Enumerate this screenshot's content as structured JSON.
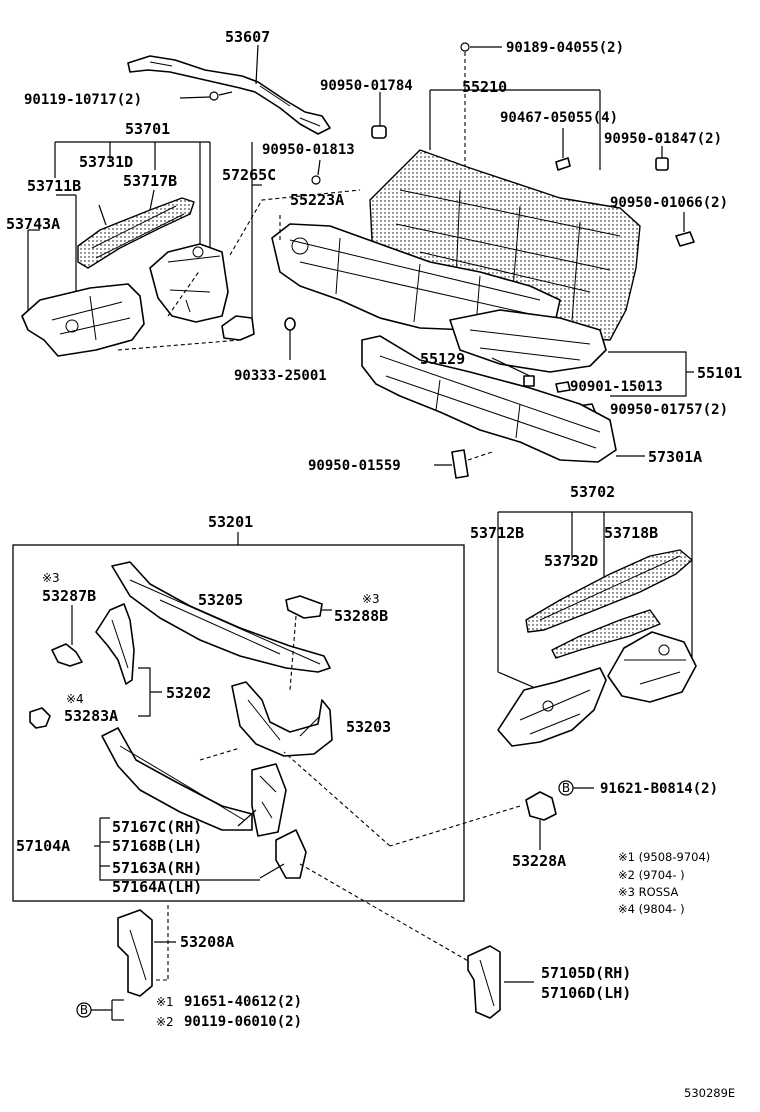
{
  "labels": {
    "p53607": "53607",
    "p90119_10717": "90119-10717(2)",
    "p53701": "53701",
    "p53731D": "53731D",
    "p53711B": "53711B",
    "p53717B": "53717B",
    "p53743A": "53743A",
    "p57265C": "57265C",
    "p90950_01784": "90950-01784",
    "p90950_01813": "90950-01813",
    "p90189_04055": "90189-04055(2)",
    "p55210": "55210",
    "p90467_05055": "90467-05055(4)",
    "p90950_01847": "90950-01847(2)",
    "p55223A": "55223A",
    "p90950_01066": "90950-01066(2)",
    "p90333_25001": "90333-25001",
    "p55129": "55129",
    "p55101": "55101",
    "p90901_15013": "90901-15013",
    "p90950_01757": "90950-01757(2)",
    "p90950_01559": "90950-01559",
    "p57301A": "57301A",
    "p53201": "53201",
    "p53287B": "53287B",
    "p53205": "53205",
    "p53288B": "53288B",
    "p53202": "53202",
    "p53283A": "53283A",
    "p53203": "53203",
    "p57104A": "57104A",
    "p57167C": "57167C(RH)",
    "p57168B": "57168B(LH)",
    "p57163A": "57163A(RH)",
    "p57164A": "57164A(LH)",
    "p53208A": "53208A",
    "p91651_40612": "91651-40612(2)",
    "p90119_06010": "90119-06010(2)",
    "p53702": "53702",
    "p53712B": "53712B",
    "p53718B": "53718B",
    "p53732D": "53732D",
    "p91621_B0814": "91621-B0814(2)",
    "p53228A": "53228A",
    "p57105D": "57105D(RH)",
    "p57106D": "57106D(LH)"
  },
  "marks": {
    "m3a": "※3",
    "m3b": "※3",
    "m4": "※4",
    "m1": "※1",
    "m2": "※2",
    "circleB": "B"
  },
  "legend": [
    "※1 (9508-9704)",
    "※2 (9704-        )",
    "※3 ROSSA",
    "※4 (9804-        )"
  ],
  "diagram_code": "530289E"
}
